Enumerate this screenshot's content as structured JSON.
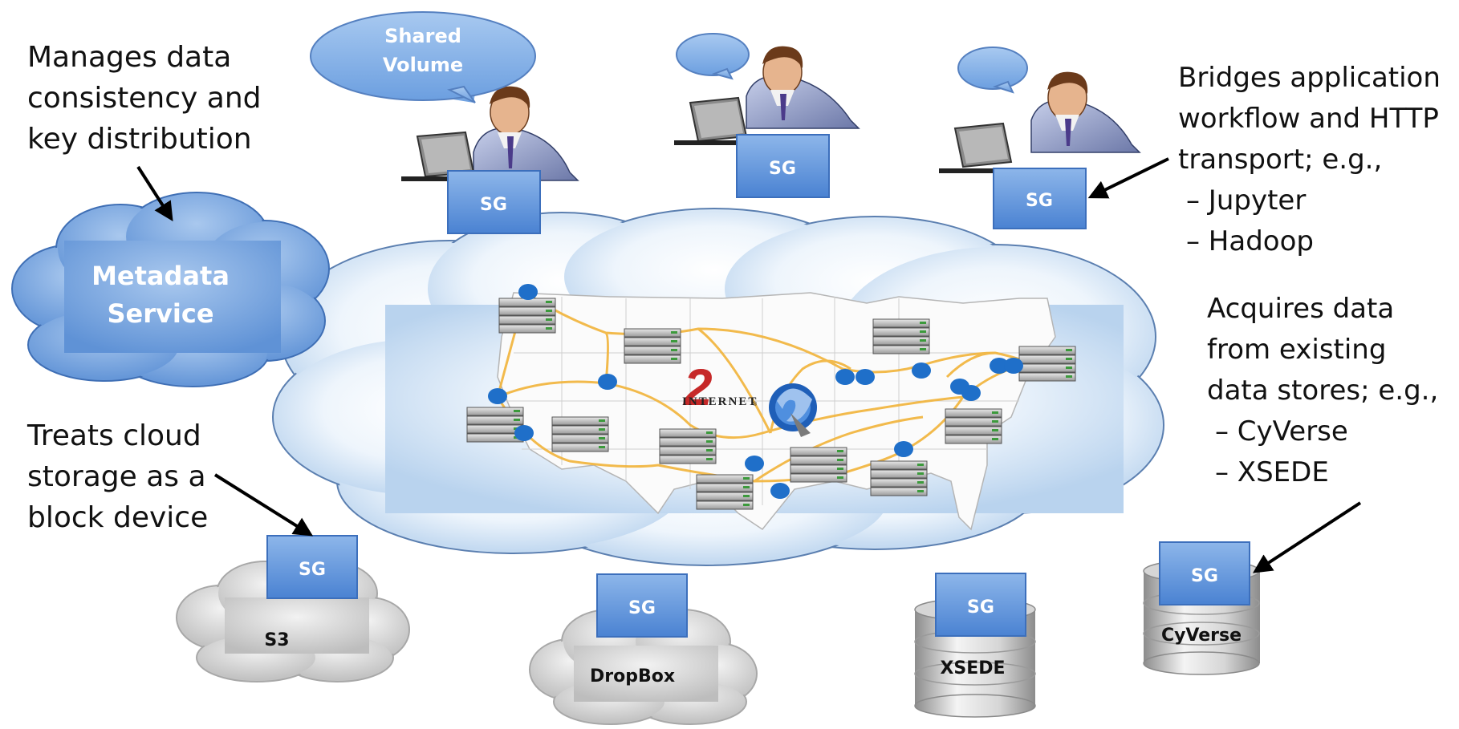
{
  "metadata_service": {
    "line1": "Metadata",
    "line2": "Service"
  },
  "annotations": {
    "metadata": [
      "Manages data",
      "consistency and",
      "key distribution"
    ],
    "cloud_storage": [
      "Treats cloud",
      "storage as a",
      "block device"
    ],
    "bridges": [
      "Bridges application",
      "workflow and HTTP",
      "transport; e.g.,",
      "– Jupyter",
      "– Hadoop"
    ],
    "acquires": [
      "Acquires data",
      "from existing",
      "data stores; e.g.,",
      "– CyVerse",
      "– XSEDE"
    ]
  },
  "shared_volume": {
    "line1": "Shared",
    "line2": "Volume"
  },
  "gateway_label": "SG",
  "stores": {
    "s3": "S3",
    "dropbox": "DropBox",
    "xsede": "XSEDE",
    "cyverse": "CyVerse"
  },
  "internet2": {
    "word": "INTERNET",
    "numeral": "2",
    "mark": "®"
  },
  "colors": {
    "blue_cloud": "#7ba7dc",
    "sg_box": "#5b8fd8",
    "grey_cloud": "#d2d2d2",
    "network_line": "#f2b43a",
    "node": "#1f6fc9"
  }
}
